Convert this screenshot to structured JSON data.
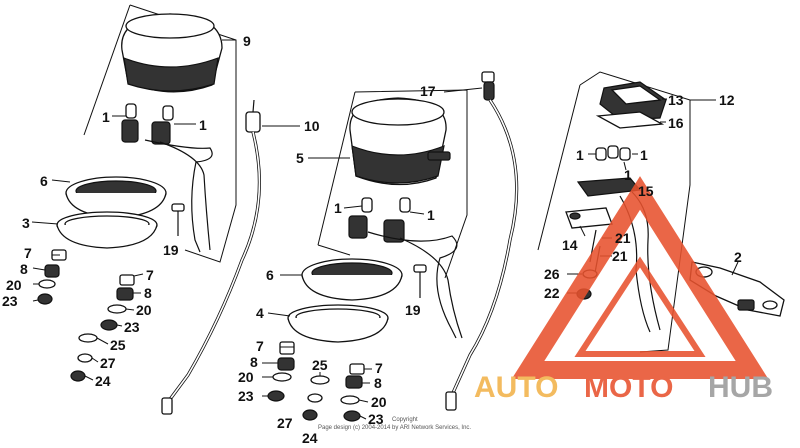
{
  "diagram": {
    "callouts": [
      {
        "id": "9a",
        "text": "9"
      },
      {
        "id": "10a",
        "text": "10"
      },
      {
        "id": "1a",
        "text": "1"
      },
      {
        "id": "1b",
        "text": "1"
      },
      {
        "id": "6a",
        "text": "6"
      },
      {
        "id": "3a",
        "text": "3"
      },
      {
        "id": "19a",
        "text": "19"
      },
      {
        "id": "7a",
        "text": "7"
      },
      {
        "id": "8a",
        "text": "8"
      },
      {
        "id": "20a",
        "text": "20"
      },
      {
        "id": "23a",
        "text": "23"
      },
      {
        "id": "7b",
        "text": "7"
      },
      {
        "id": "8b",
        "text": "8"
      },
      {
        "id": "20b",
        "text": "20"
      },
      {
        "id": "23b",
        "text": "23"
      },
      {
        "id": "25a",
        "text": "25"
      },
      {
        "id": "27a",
        "text": "27"
      },
      {
        "id": "24a",
        "text": "24"
      },
      {
        "id": "17a",
        "text": "17"
      },
      {
        "id": "5a",
        "text": "5"
      },
      {
        "id": "1c",
        "text": "1"
      },
      {
        "id": "1d",
        "text": "1"
      },
      {
        "id": "6b",
        "text": "6"
      },
      {
        "id": "4a",
        "text": "4"
      },
      {
        "id": "19b",
        "text": "19"
      },
      {
        "id": "7c",
        "text": "7"
      },
      {
        "id": "8c",
        "text": "8"
      },
      {
        "id": "20c",
        "text": "20"
      },
      {
        "id": "23c",
        "text": "23"
      },
      {
        "id": "25b",
        "text": "25"
      },
      {
        "id": "7d",
        "text": "7"
      },
      {
        "id": "8d",
        "text": "8"
      },
      {
        "id": "20d",
        "text": "20"
      },
      {
        "id": "27b",
        "text": "27"
      },
      {
        "id": "23d",
        "text": "23"
      },
      {
        "id": "24b",
        "text": "24"
      },
      {
        "id": "12a",
        "text": "12"
      },
      {
        "id": "13a",
        "text": "13"
      },
      {
        "id": "16a",
        "text": "16"
      },
      {
        "id": "1e",
        "text": "1"
      },
      {
        "id": "1f",
        "text": "1"
      },
      {
        "id": "1g",
        "text": "1"
      },
      {
        "id": "15a",
        "text": "15"
      },
      {
        "id": "14a",
        "text": "14"
      },
      {
        "id": "21a",
        "text": "21"
      },
      {
        "id": "21b",
        "text": "21"
      },
      {
        "id": "26a",
        "text": "26"
      },
      {
        "id": "22a",
        "text": "22"
      },
      {
        "id": "2a",
        "text": "2"
      }
    ],
    "copyright": {
      "line1": "Copyright",
      "line2": "Page design (c) 2004-2014 by ARI Network Services, Inc."
    }
  },
  "watermark": {
    "part1": "AUTO",
    "part2": "MOTO",
    "part3": "HUB",
    "colors": {
      "auto": "#f2b24a",
      "moto": "#e8522e",
      "hub": "#9a9a9a",
      "triangle": "#e8522e"
    }
  }
}
